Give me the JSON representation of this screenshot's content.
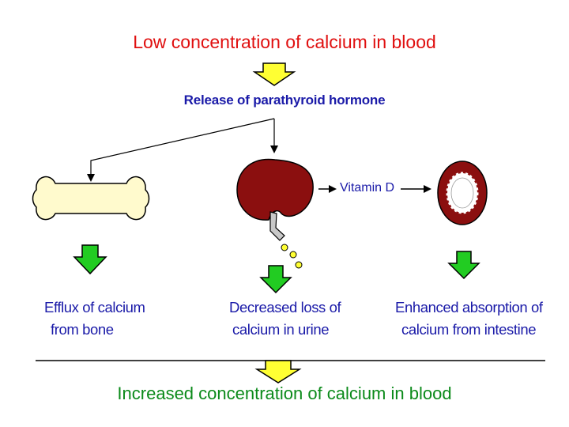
{
  "diagram": {
    "trigger": "Low concentration of calcium in blood",
    "hormone": "Release of parathyroid hormone",
    "vitamin": "Vitamin D",
    "effects": [
      {
        "line1": "Efflux of calcium",
        "line2": "from bone"
      },
      {
        "line1": "Decreased loss of",
        "line2": "calcium in urine"
      },
      {
        "line1": "Enhanced absorption of",
        "line2": "calcium from intestine"
      }
    ],
    "result": "Increased concentration of calcium in blood",
    "organs": {
      "bone": "bone-icon",
      "kidney": "kidney-icon",
      "intestine": "intestine-cross-section-icon"
    },
    "colors": {
      "trigger_text": "#e01010",
      "hormone_text": "#1a1aa8",
      "result_text": "#0b8a1a",
      "yellow_arrow": "#ffff33",
      "green_arrow": "#22cc22",
      "kidney": "#8b0f0f",
      "bone": "#fffacd"
    }
  }
}
